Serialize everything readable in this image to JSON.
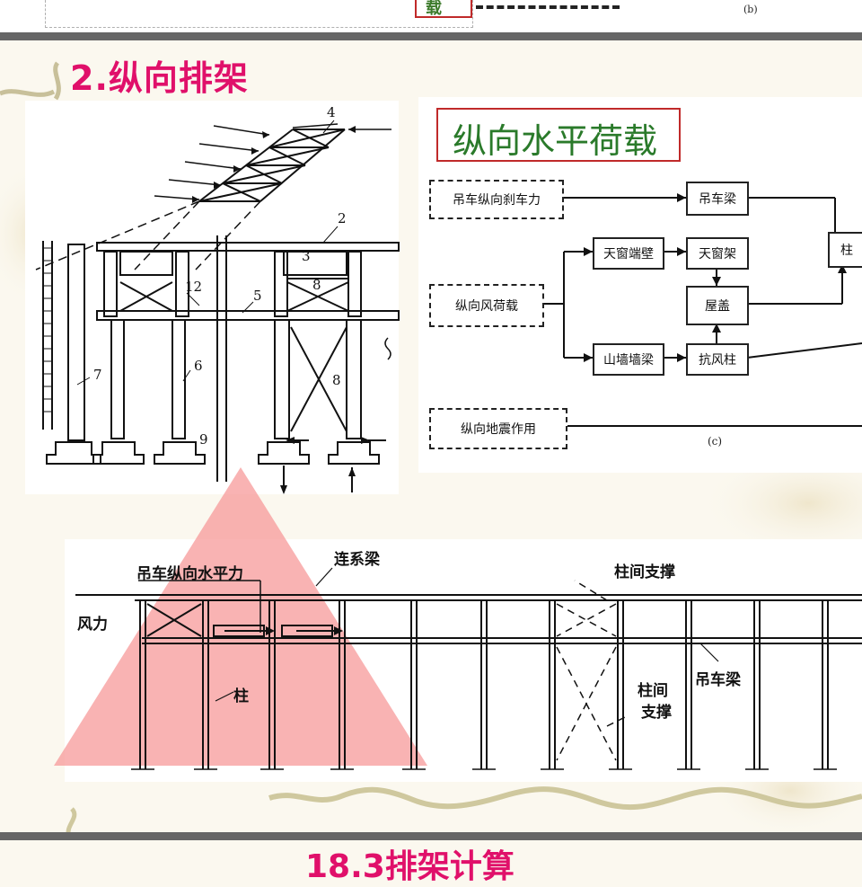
{
  "header": {
    "partial_label_box": "载",
    "figure_label_b": "(b)"
  },
  "section": {
    "title": "2.纵向排架",
    "next_title": "18.3排架计算"
  },
  "diagram_a": {
    "numbers": [
      "4",
      "2",
      "3",
      "12",
      "5",
      "8",
      "8",
      "6",
      "7",
      "9"
    ]
  },
  "diagram_c": {
    "title": "纵向水平荷载",
    "label": "(c)",
    "sources": {
      "crane_brake": "吊车纵向刹车力",
      "wind": "纵向风荷载",
      "seismic": "纵向地震作用"
    },
    "nodes": {
      "crane_beam": "吊车梁",
      "skylight_end_wall": "天窗端壁",
      "skylight_frame": "天窗架",
      "roof": "屋盖",
      "gable_wall_beam": "山墙墙梁",
      "wind_column": "抗风柱",
      "partial_right": "柱"
    }
  },
  "diagram_d": {
    "labels": {
      "crane_horizontal_force": "吊车纵向水平力",
      "tie_beam": "连系梁",
      "wind_force": "风力",
      "column": "柱",
      "bracing_top": "柱间支撑",
      "bracing_bottom_1": "柱间",
      "bracing_bottom_2": "支撑",
      "crane_beam": "吊车梁"
    }
  },
  "colors": {
    "title": "#e0106a",
    "frame_title": "#2a7a2a",
    "box_border": "#c02a2a",
    "triangle": "#f79a9a",
    "divider": "#666666"
  }
}
